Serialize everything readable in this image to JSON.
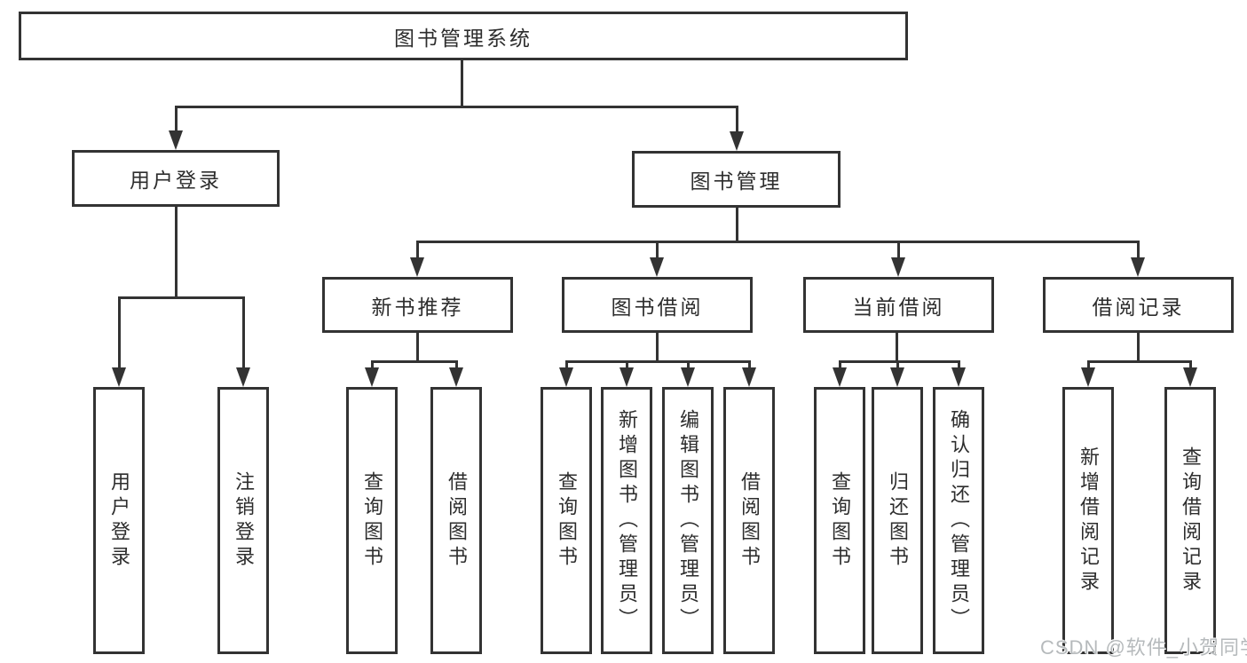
{
  "tree": {
    "root": "图书管理系统",
    "login": {
      "label": "用户登录",
      "children": [
        "用户登录",
        "注销登录"
      ]
    },
    "mgmt": {
      "label": "图书管理",
      "groups": [
        {
          "label": "新书推荐",
          "children": [
            "查询图书",
            "借阅图书"
          ]
        },
        {
          "label": "图书借阅",
          "children": [
            "查询图书",
            "新增图书（管理员）",
            "编辑图书（管理员）",
            "借阅图书"
          ]
        },
        {
          "label": "当前借阅",
          "children": [
            "查询图书",
            "归还图书",
            "确认归还（管理员）"
          ]
        },
        {
          "label": "借阅记录",
          "children": [
            "新增借阅记录",
            "查询借阅记录"
          ]
        }
      ]
    }
  },
  "watermark": "CSDN @软件_小贺同学",
  "colors": {
    "line": "#333333",
    "text": "#2d2d2d",
    "watermark": "#b6babc"
  }
}
